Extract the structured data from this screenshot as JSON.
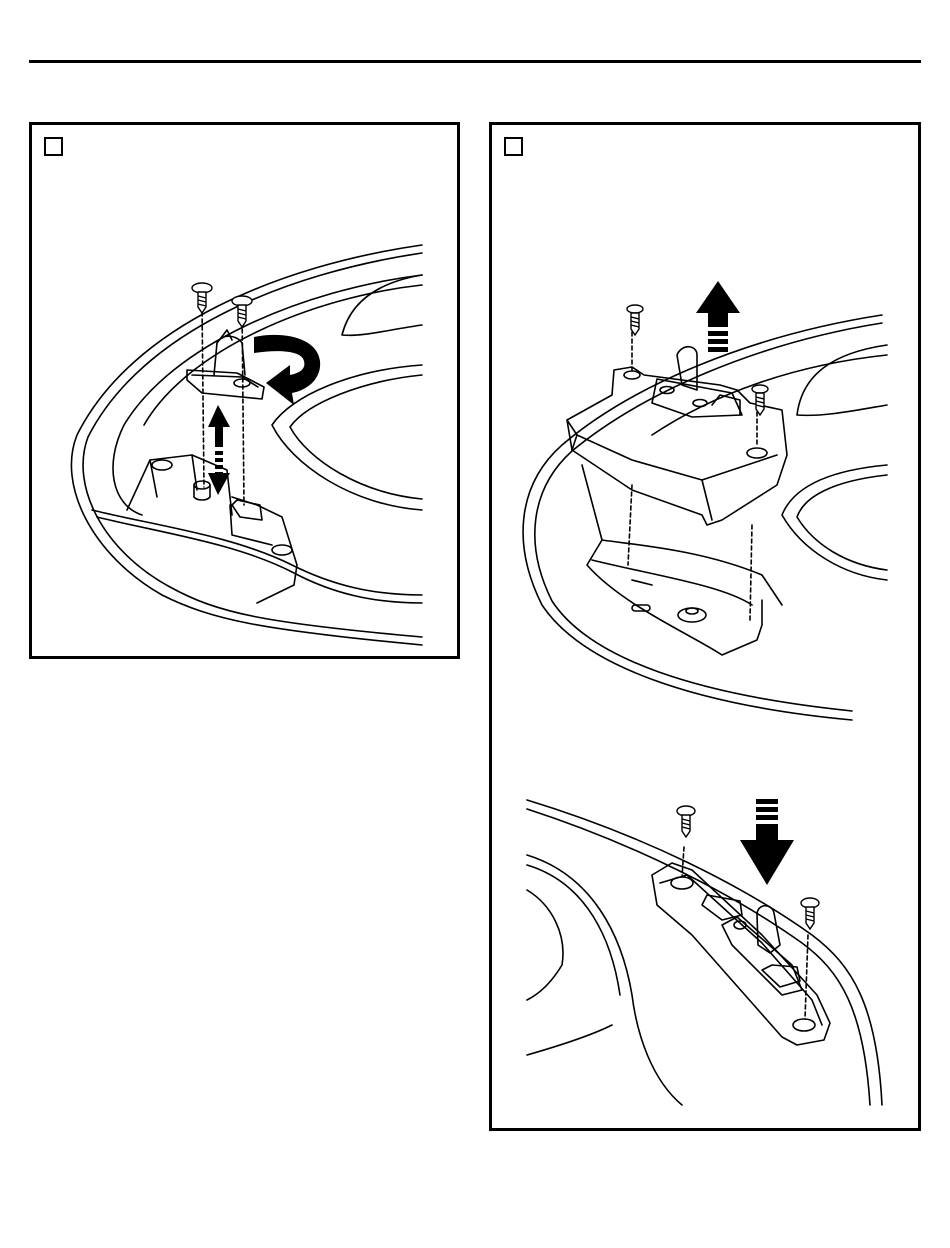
{
  "document": {
    "header_rule": true,
    "panels": [
      {
        "id": "left",
        "step_checkbox": "unchecked",
        "illustration": "bracket-removal-on-housing",
        "icons": [
          "screw-icon",
          "screw-icon",
          "rotate-arrow-icon",
          "up-down-arrow-icon"
        ]
      },
      {
        "id": "right",
        "step_checkbox": "unchecked",
        "illustrations": [
          {
            "name": "lift-cover-plate",
            "icons": [
              "screw-icon",
              "screw-icon",
              "up-arrow-icon"
            ]
          },
          {
            "name": "install-bracket",
            "icons": [
              "screw-icon",
              "screw-icon",
              "down-arrow-icon"
            ]
          }
        ]
      }
    ]
  }
}
